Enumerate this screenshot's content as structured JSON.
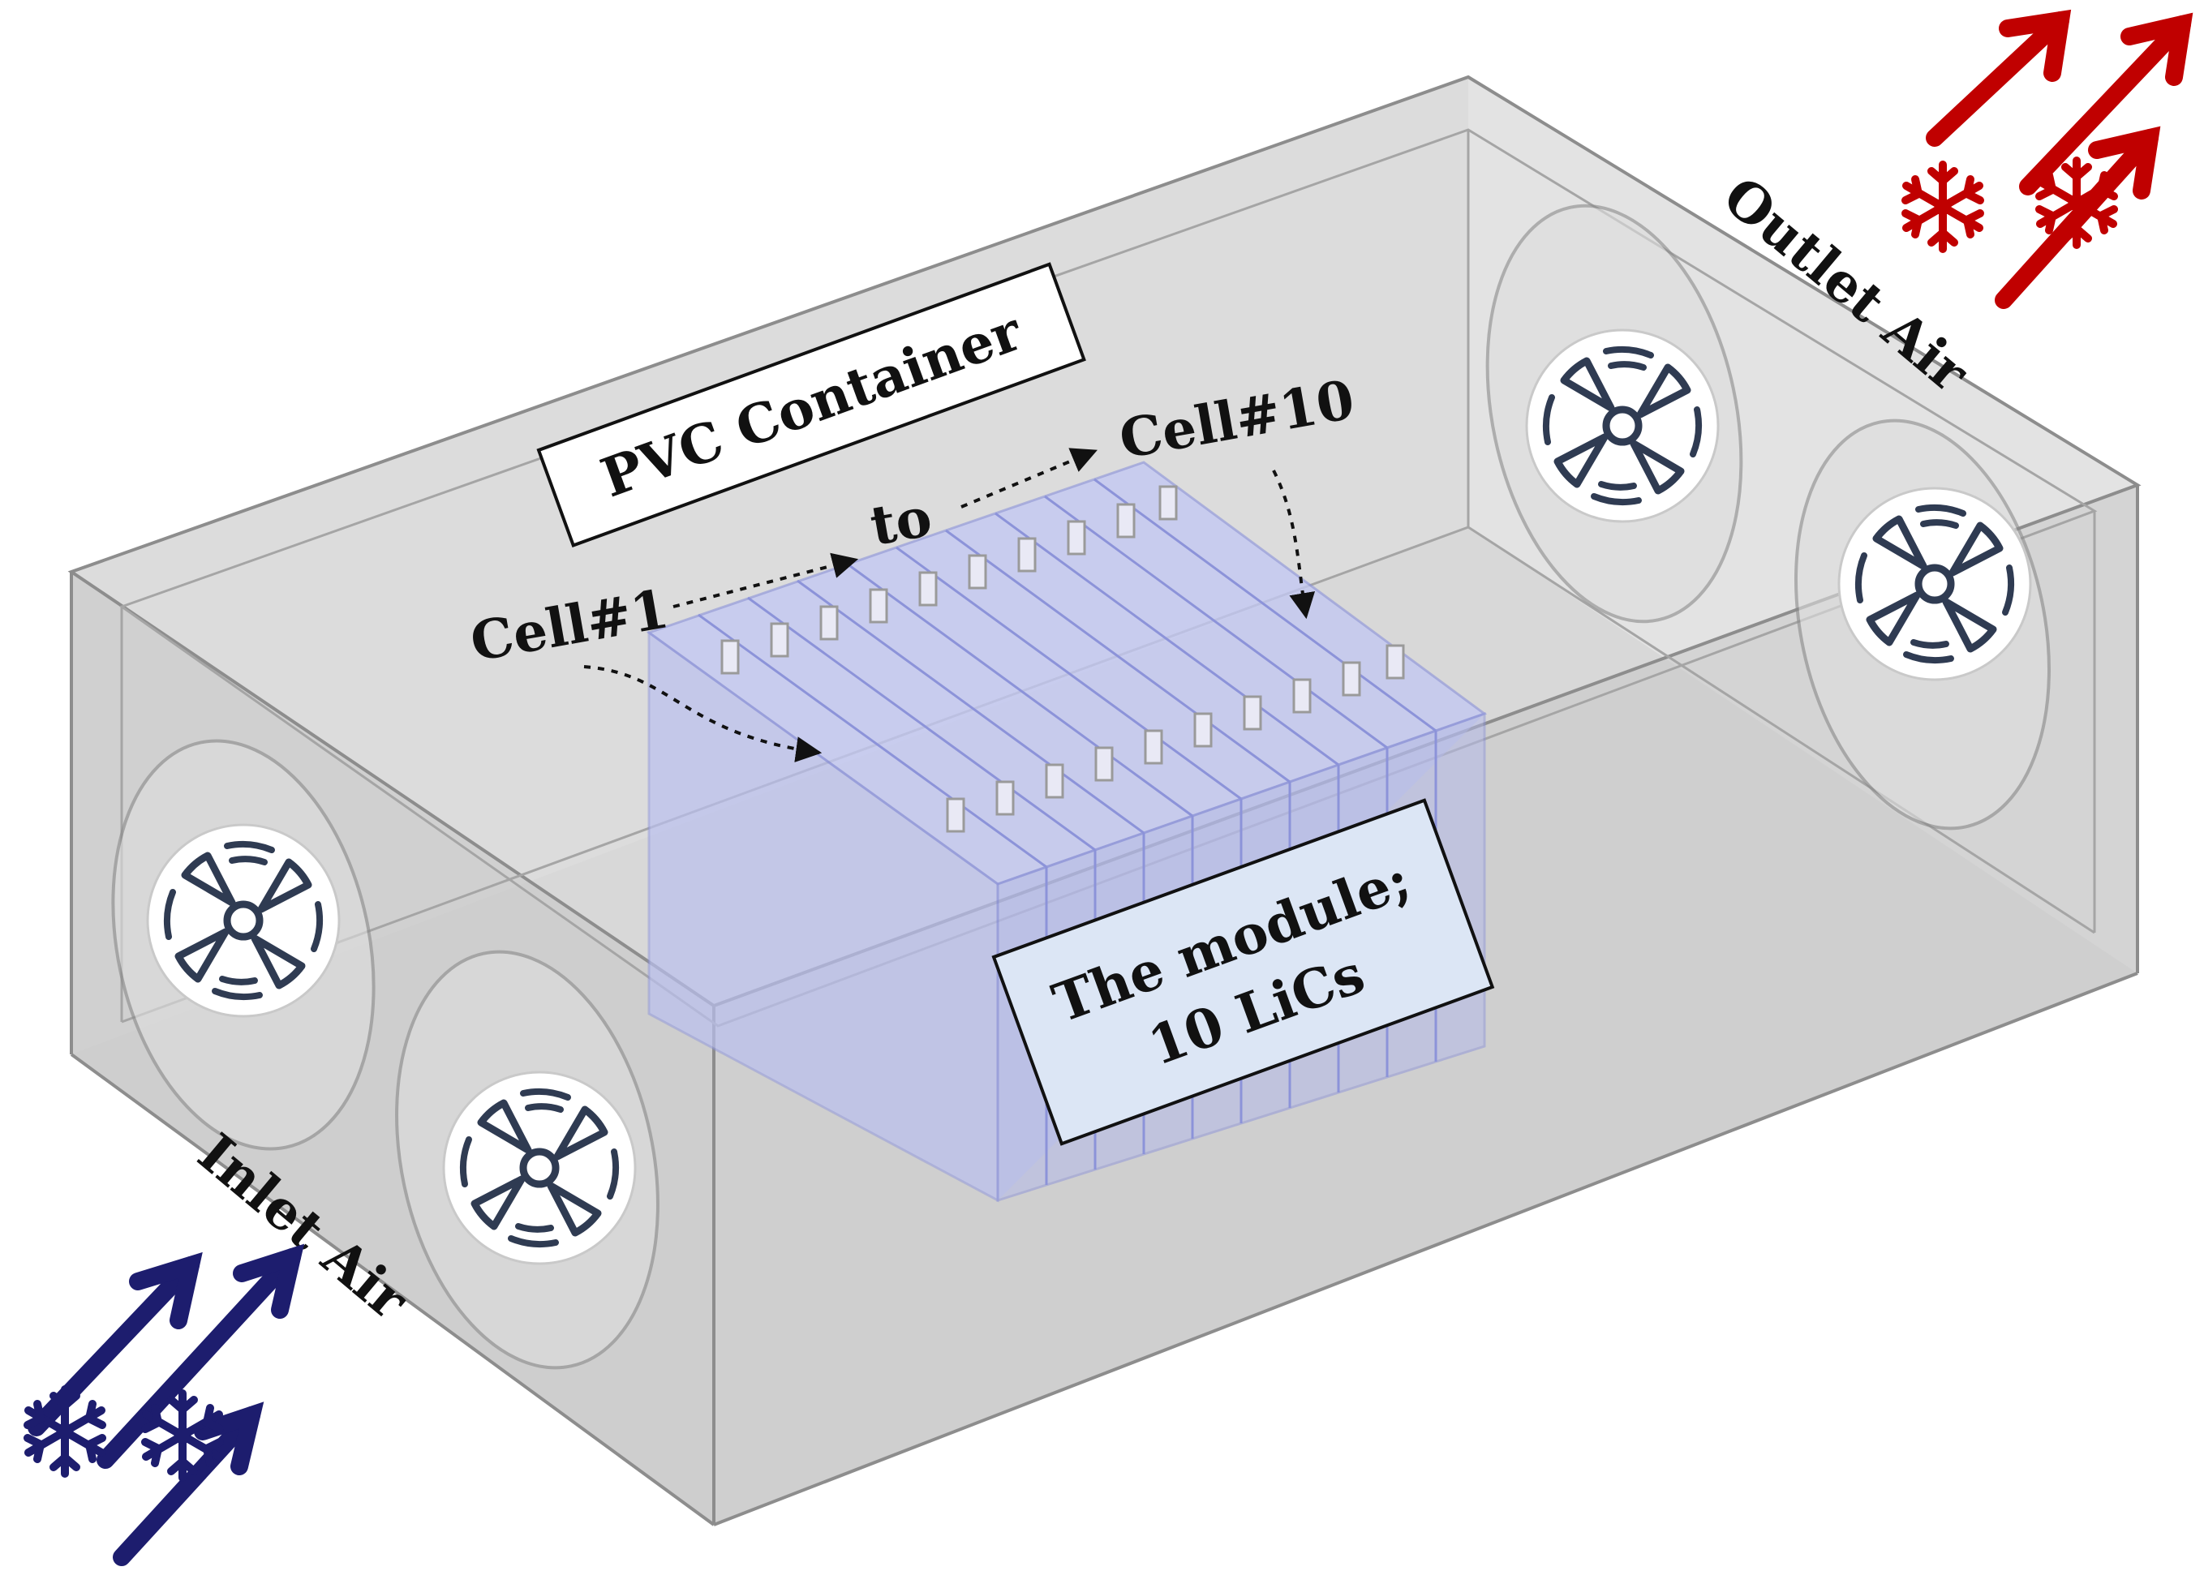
{
  "labels": {
    "container": "PVC Container",
    "cell_first": "Cell#1",
    "cell_to": "to",
    "cell_last": "Cell#10",
    "module_line1": "The module;",
    "module_line2": "10 LiCs",
    "inlet": "Inlet Air",
    "outlet": "Outlet Air"
  },
  "colors": {
    "container_fill": "#d9d9d9",
    "module_fill": "#b9bff0",
    "module_label_bg": "#dce6f5",
    "inlet_arrow": "#1d1d6e",
    "outlet_arrow": "#c00000",
    "fan_icon": "#2f3b52"
  },
  "icons": {
    "fan": "fan-icon",
    "snowflake": "snowflake-icon",
    "arrow": "arrow-icon"
  }
}
